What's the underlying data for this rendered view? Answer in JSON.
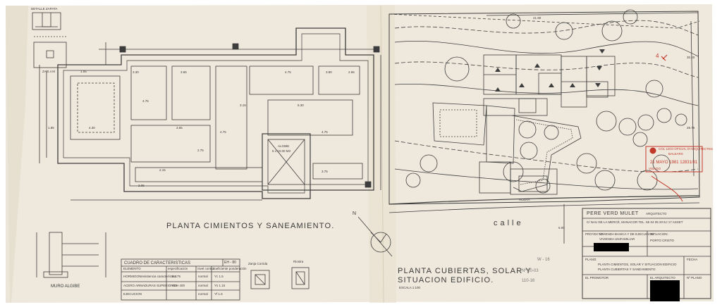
{
  "titles": {
    "foundations": "PLANTA CIMIENTOS Y SANEAMIENTO.",
    "roofs_line1": "PLANTA CUBIERTAS, SOLAR Y",
    "roofs_line2": "SITUACION EDIFICIO.",
    "scale": "ESCALA 1:100",
    "street": "calle",
    "north": "N",
    "tank_wall": "MURO ALGIBE",
    "trench": "Zanja Corrida",
    "slab": "Riostra",
    "tank": "ALGIBE",
    "upper_detail": "DETALLE ZAPATA"
  },
  "dimensions": {
    "plan_widths": [
      "3.30",
      "3.65",
      "4.75",
      "3.80",
      "2.65"
    ],
    "plan_inner": [
      "4.30",
      "3.65",
      "3.15",
      "6.30",
      "2.15",
      "3.75",
      "2.05"
    ],
    "plan_heights": [
      "1.85",
      "4.75",
      "4.75",
      "4.75",
      "1.05",
      "2.75"
    ],
    "site": [
      "41.90",
      "30.20",
      "28.75",
      "6.00",
      "ACERA"
    ],
    "footing": "ZA 0.4 M",
    "tank_dim": "5 x 10.00 M3"
  },
  "table": {
    "title": "CUADRO DE CARACTERISTICAS",
    "code": "EH - 80",
    "headers": [
      "ELEMENTO",
      "",
      "especificación",
      "nivel control",
      "coeficiente ponderación"
    ],
    "rows": [
      [
        "HORMIGON",
        "resistencia característica",
        "H 175",
        "normal",
        "Yc 1.5"
      ],
      [
        "ACERO ARMADURAS SUPERIORES",
        "",
        "AEH 400",
        "normal",
        "Ys 1.15"
      ],
      [
        "EJECUCION",
        "",
        "",
        "normal",
        "Yf 1.6"
      ]
    ]
  },
  "title_block": {
    "architect": "PERE VERD MULET",
    "role": "ARQUITECTO",
    "address": "C/ NAU DE LA MERCÈ, MANACOR  TEL. 55 04 05  20 EJ 17  ASSET",
    "project_label": "PROYECTO:",
    "project_line1": "VIVIENDA BASICA Y DE EJECUCION",
    "project_line2": "VIVIENDA UNIFAMILIAR",
    "location_label": "SITUACION:",
    "location": "PORTO CRISTO",
    "plan_label": "PLANO:",
    "plan_line1": "PLANTA CIMIENTOS, SOLAR Y SITUACION EDIFICIO",
    "plan_line2": "PLANTA CUBIERTAS Y SANEAMIENTO",
    "promoter_label": "EL PROMOTOR",
    "architect_label": "EL ARQUITECTO",
    "date_label": "FECHA",
    "sheet_label": "Nº PLANO"
  },
  "stamp": {
    "line1": "COL·LEGI OFICIAL D'ARQUITECTES",
    "line2": "BALEARS",
    "number": "21 MAYO 1981  12831/81",
    "note": "VISADO"
  },
  "annotations": {
    "pencil1": "Nº 10-03",
    "pencil2": "110-16",
    "pencil3": "W - 16",
    "red_note": "4"
  },
  "colors": {
    "paper": "#efe9dd",
    "paper_dark": "#e4dccb",
    "ink": "#3d3d3d",
    "stamp_red": "#c0392b",
    "redaction": "#000000"
  }
}
